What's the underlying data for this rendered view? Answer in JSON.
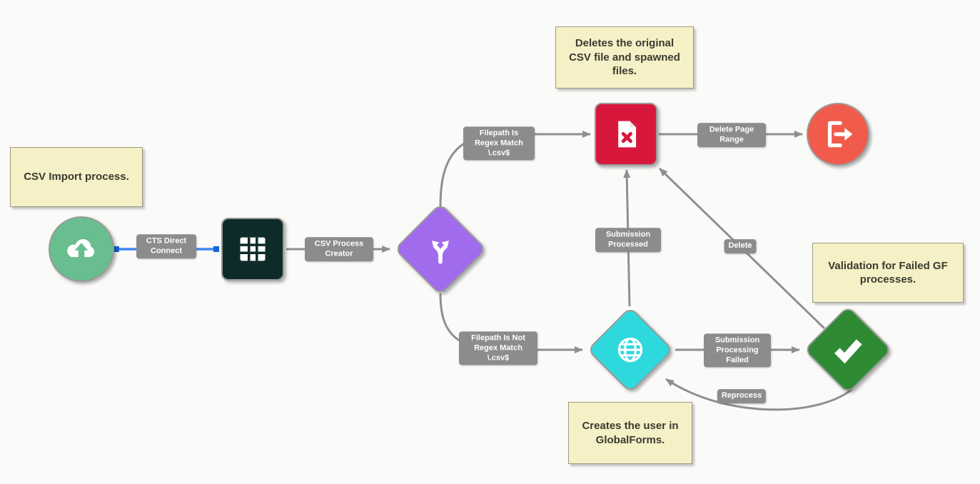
{
  "diagram": {
    "background": "#FAFAF8",
    "notes": [
      {
        "text": "CSV Import process."
      },
      {
        "text": "Deletes the original CSV file and spawned files."
      },
      {
        "text": "Validation for Failed GF processes."
      },
      {
        "text": "Creates the user in GlobalForms."
      }
    ],
    "nodes": [
      {
        "name": "csv-upload",
        "icon": "cloud-upload-icon",
        "shape": "circle",
        "color": "#68BE8F"
      },
      {
        "name": "csv-table",
        "icon": "table-icon",
        "shape": "rounded-square",
        "color": "#0E2B29"
      },
      {
        "name": "process-branch",
        "icon": "branch-arrows-icon",
        "shape": "diamond",
        "color": "#A16BEE"
      },
      {
        "name": "delete-file",
        "icon": "file-delete-icon",
        "shape": "rounded-square",
        "color": "#D8173C"
      },
      {
        "name": "exit-event",
        "icon": "exit-door-icon",
        "shape": "circle",
        "color": "#F15B4B"
      },
      {
        "name": "globalforms",
        "icon": "globe-icon",
        "shape": "diamond",
        "color": "#2ED9DE"
      },
      {
        "name": "validation-check",
        "icon": "checkmark-icon",
        "shape": "diamond",
        "color": "#2E8B33"
      }
    ],
    "edges": [
      {
        "label": "CTS Direct Connect",
        "color": "#4285F4"
      },
      {
        "label": "CSV Process Creator",
        "color": "#8F8F8F"
      },
      {
        "label": "Filepath Is Regex Match \\.csv$",
        "color": "#8F8F8F"
      },
      {
        "label": "Filepath Is Not Regex Match \\.csv$",
        "color": "#8F8F8F"
      },
      {
        "label": "Submission Processed",
        "color": "#8F8F8F"
      },
      {
        "label": "Delete Page Range",
        "color": "#8F8F8F"
      },
      {
        "label": "Delete",
        "color": "#8F8F8F"
      },
      {
        "label": "Submission Processing Failed",
        "color": "#8F8F8F"
      },
      {
        "label": "Reprocess",
        "color": "#8F8F8F"
      }
    ]
  }
}
